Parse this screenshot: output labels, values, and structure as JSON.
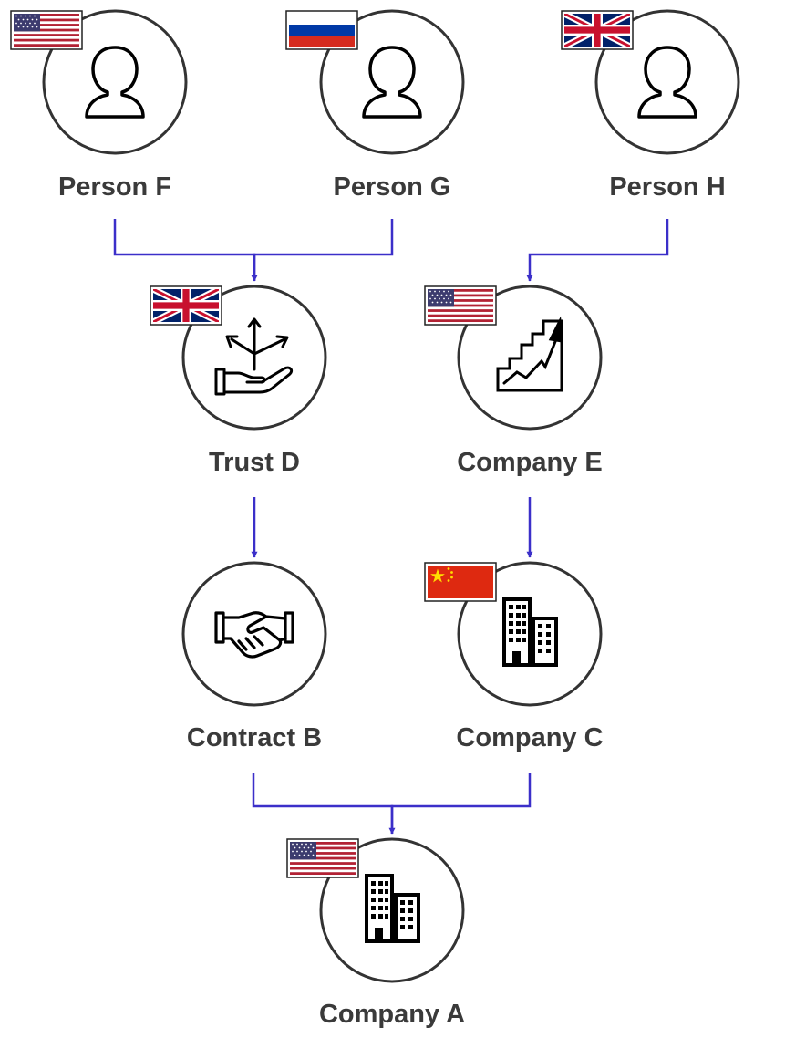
{
  "colors": {
    "edge": "#3b2fc9",
    "node_stroke": "#333333",
    "node_fill": "#ffffff",
    "label": "#3a3a3a"
  },
  "nodes": {
    "person_f": {
      "label": "Person F",
      "icon": "person-icon",
      "flag": "us"
    },
    "person_g": {
      "label": "Person G",
      "icon": "person-icon",
      "flag": "ru"
    },
    "person_h": {
      "label": "Person H",
      "icon": "person-icon",
      "flag": "gb"
    },
    "trust_d": {
      "label": "Trust D",
      "icon": "trust-hand-icon",
      "flag": "gb"
    },
    "company_e": {
      "label": "Company E",
      "icon": "growth-chart-icon",
      "flag": "us"
    },
    "contract_b": {
      "label": "Contract B",
      "icon": "handshake-icon",
      "flag": ""
    },
    "company_c": {
      "label": "Company C",
      "icon": "building-icon",
      "flag": "cn"
    },
    "company_a": {
      "label": "Company A",
      "icon": "building-icon",
      "flag": "us"
    }
  },
  "edges": [
    {
      "from": "person_f",
      "to": "trust_d"
    },
    {
      "from": "person_g",
      "to": "trust_d"
    },
    {
      "from": "person_h",
      "to": "company_e"
    },
    {
      "from": "trust_d",
      "to": "contract_b"
    },
    {
      "from": "company_e",
      "to": "company_c"
    },
    {
      "from": "contract_b",
      "to": "company_a"
    },
    {
      "from": "company_c",
      "to": "company_a"
    }
  ]
}
